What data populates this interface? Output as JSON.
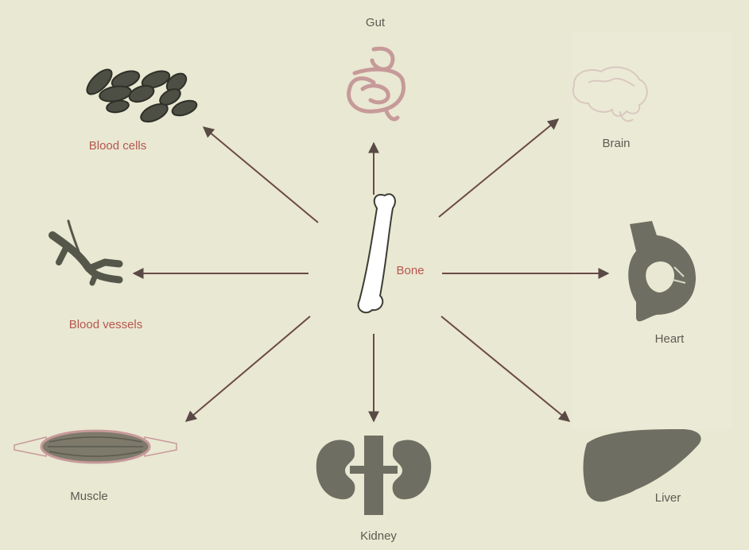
{
  "center": {
    "label": "Bone"
  },
  "organs": [
    {
      "label": "Gut",
      "icon": "gut-icon"
    },
    {
      "label": "Brain",
      "icon": "brain-icon"
    },
    {
      "label": "Heart",
      "icon": "heart-icon"
    },
    {
      "label": "Liver",
      "icon": "liver-icon"
    },
    {
      "label": "Kidney",
      "icon": "kidney-icon"
    },
    {
      "label": "Muscle",
      "icon": "muscle-icon"
    },
    {
      "label": "Blood vessels",
      "icon": "blood-vessels-icon"
    },
    {
      "label": "Blood cells",
      "icon": "blood-cells-icon"
    }
  ],
  "colors": {
    "background": "#e9e8d2",
    "arrow": "#6b4a46",
    "organ_fill": "#6e6f62",
    "outline_pink": "#c79a9a",
    "label_red": "#b5574f",
    "label_gray": "#5e5a52"
  }
}
